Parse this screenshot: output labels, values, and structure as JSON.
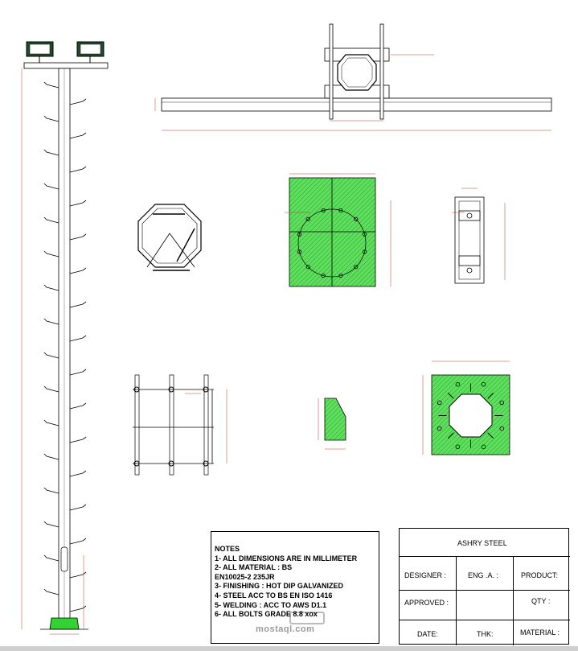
{
  "notes": {
    "title": "NOTES",
    "lines": [
      "1- ALL DIMENSIONS ARE IN MILLIMETER",
      "2- ALL MATERIAL : BS",
      "EN10025-2 235JR",
      "3- FINISHING : HOT DIP GALVANIZED",
      "4- STEEL ACC TO BS EN ISO 1416",
      "5- WELDING : ACC TO AWS D1.1",
      "6- ALL BOLTS GRADE 8.8 xox"
    ]
  },
  "title_block": {
    "company": "ASHRY STEEL",
    "designer_label": "DESIGNER  :",
    "eng_label": "ENG .A. :",
    "product_label": "PRODUCT:",
    "approved_label": "APPROVED :",
    "qty_label": "QTY :",
    "date_label": "DATE:",
    "thk_label": "THK:",
    "material_label": "MATERIAL :"
  },
  "watermark": "mostaql.com",
  "colors": {
    "line": "#000000",
    "dimension": "#c0392b",
    "plate_fill": "#5ee05e",
    "hatch": "#2e9e2e",
    "lamp": "#1f4d2b"
  }
}
